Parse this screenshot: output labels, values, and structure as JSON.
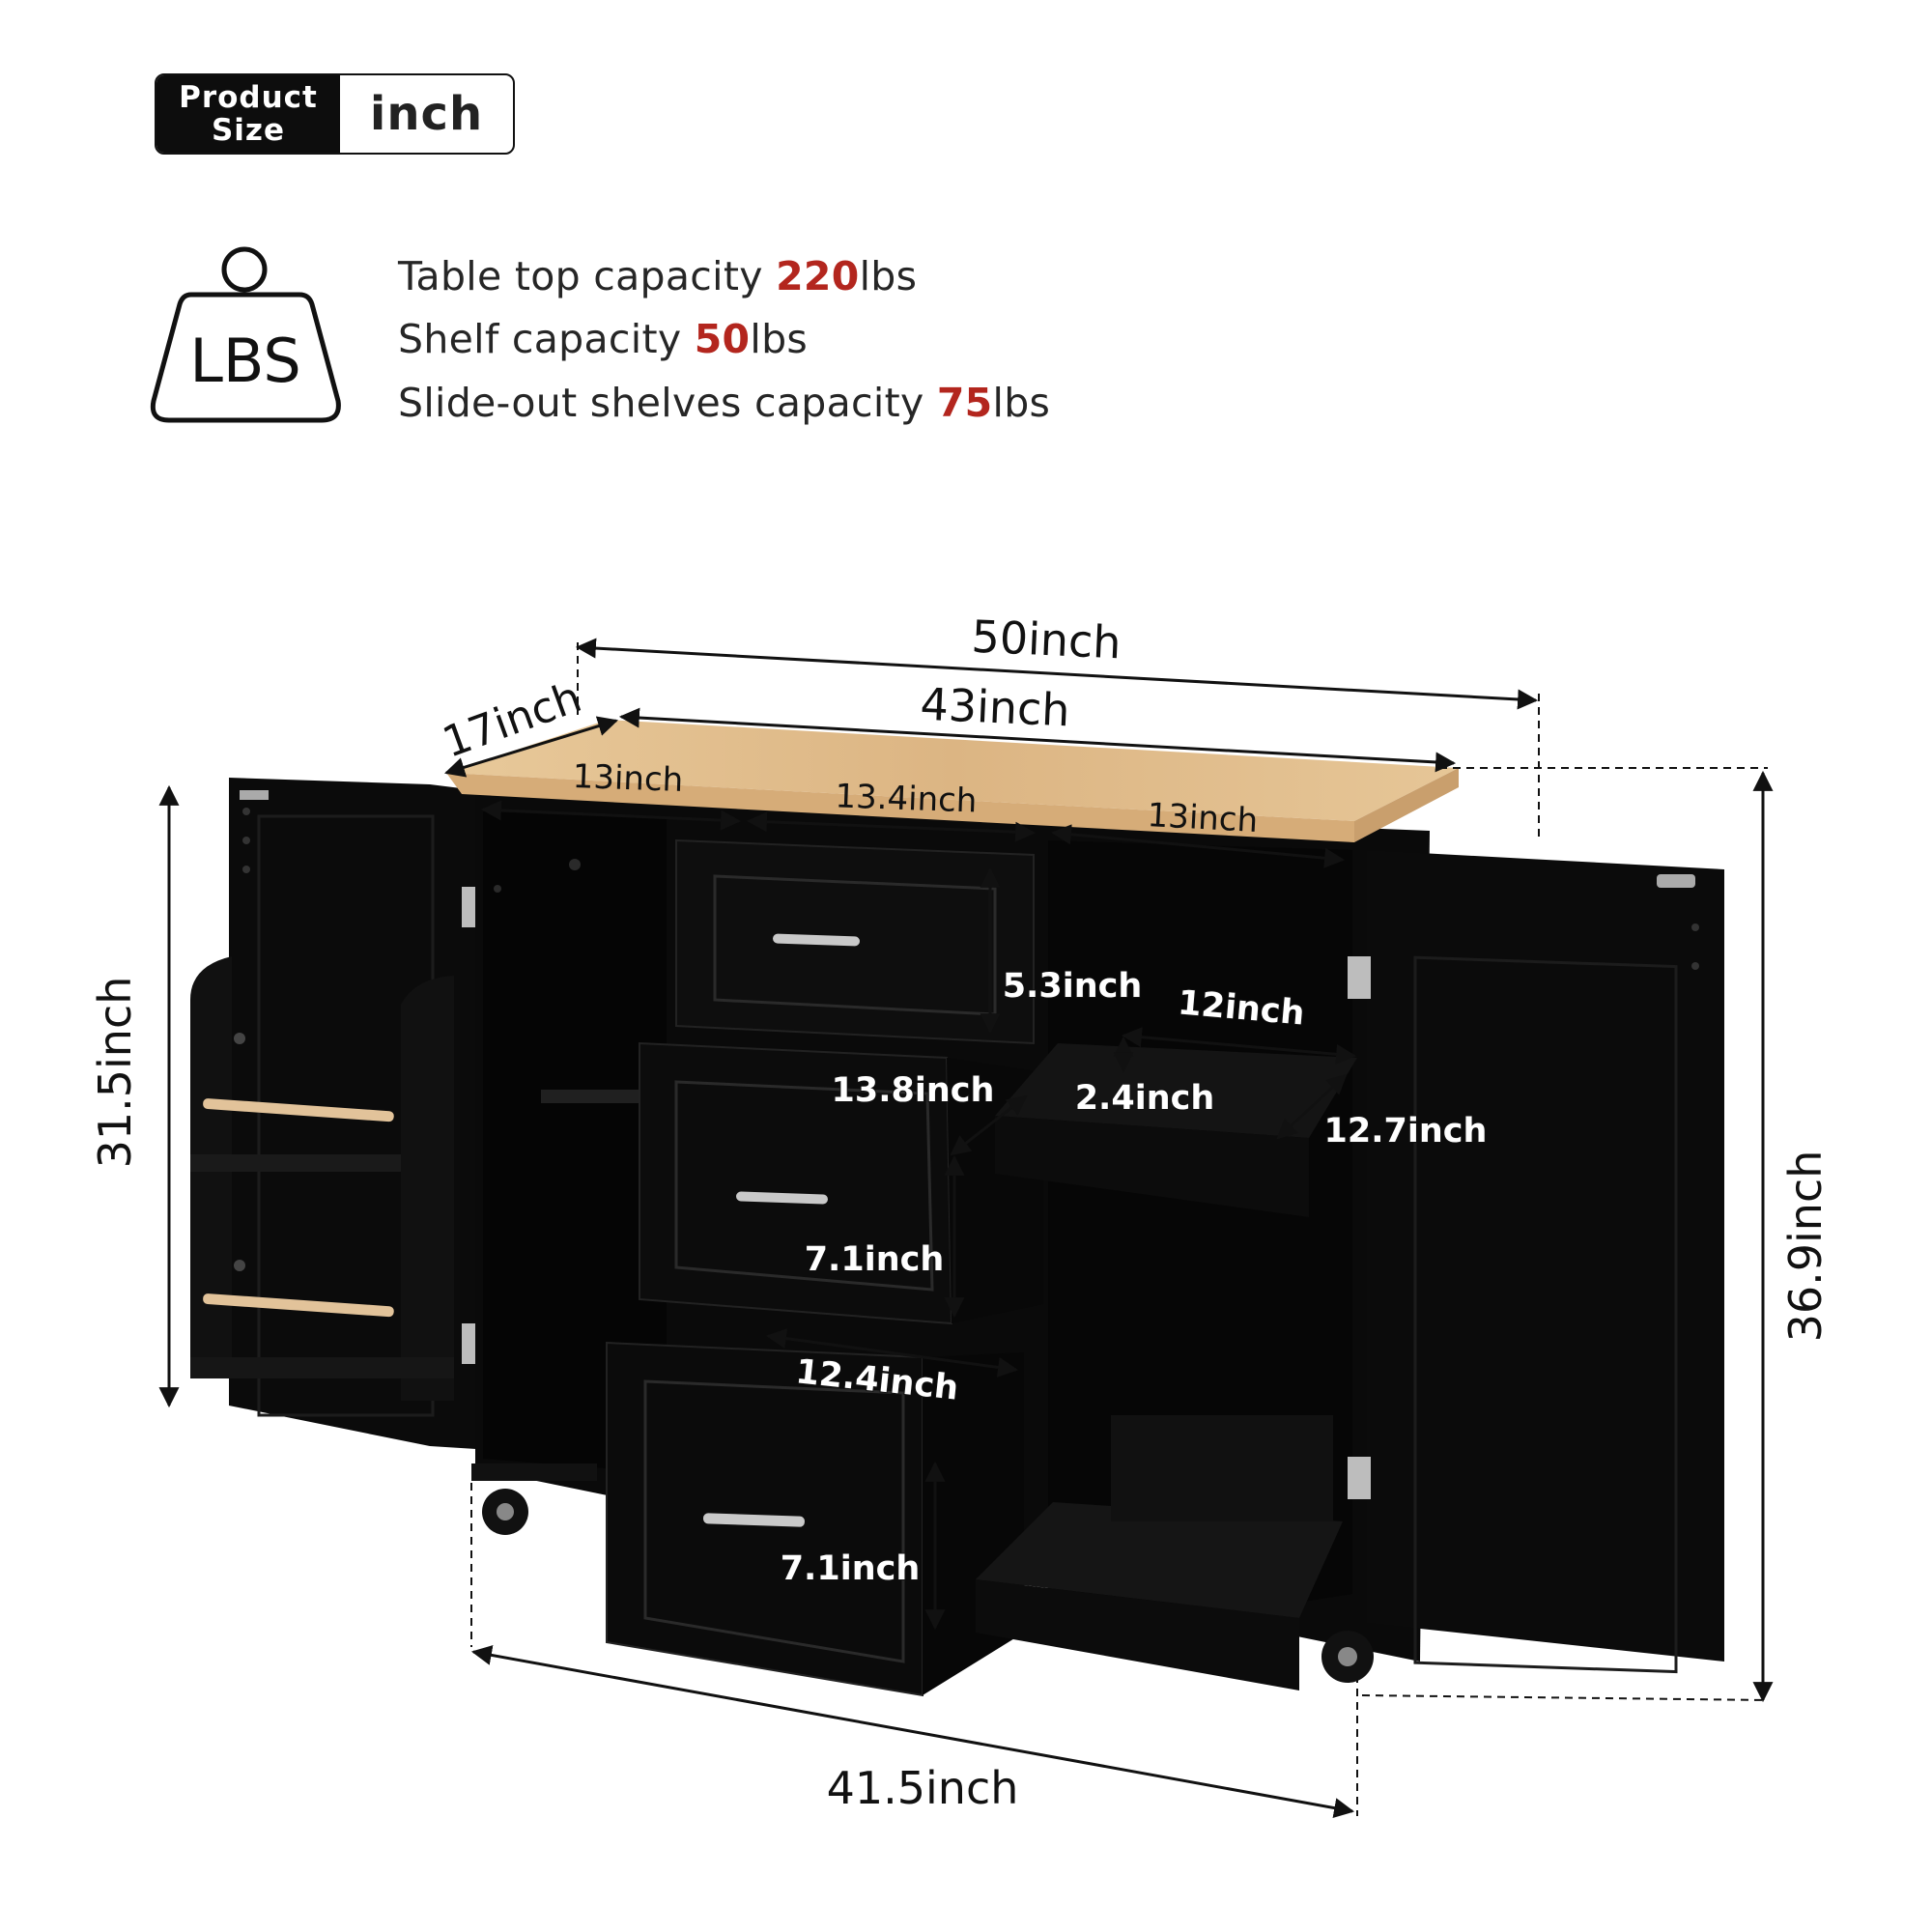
{
  "badge": {
    "line1": "Product",
    "line2": "Size",
    "unit": "inch"
  },
  "icon": {
    "name": "weight-icon",
    "label": "LBS"
  },
  "capacities": [
    {
      "prefix": "Table top capacity ",
      "value": "220",
      "suffix": "lbs"
    },
    {
      "prefix": "Shelf capacity ",
      "value": "50",
      "suffix": "lbs"
    },
    {
      "prefix": "Slide-out shelves capacity ",
      "value": "75",
      "suffix": "lbs"
    }
  ],
  "colors": {
    "accent": "#b3261e",
    "cabinet": "#0b0b0b",
    "wood": "#e3c192"
  },
  "dimensions": {
    "overall_width": "50inch",
    "top_width": "43inch",
    "depth": "17inch",
    "cabinet_height": "31.5inch",
    "overall_height": "36.9inch",
    "base_width": "41.5inch",
    "left_compartment_width": "13inch",
    "drawer_width": "13.4inch",
    "right_compartment_width": "13inch",
    "top_drawer_height": "5.3inch",
    "drawer_depth": "13.8inch",
    "middle_drawer_height": "7.1inch",
    "bottom_drawer_depth": "12.4inch",
    "bottom_drawer_height": "7.1inch",
    "shelf_width": "12inch",
    "shelf_height": "2.4inch",
    "shelf_depth": "12.7inch"
  }
}
